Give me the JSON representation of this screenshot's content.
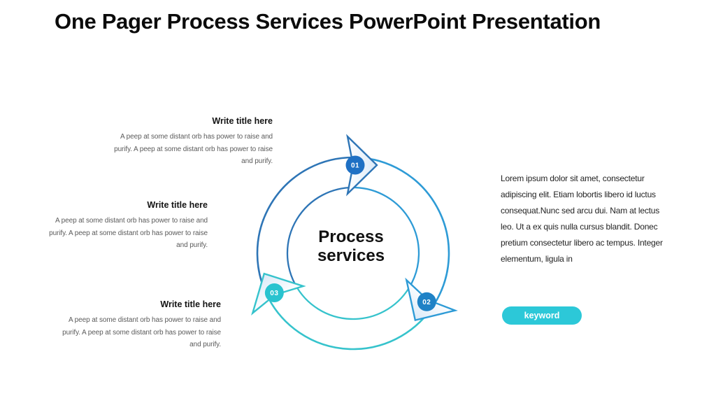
{
  "slide": {
    "title": "One Pager Process Services PowerPoint Presentation",
    "background_color": "#ffffff"
  },
  "steps": [
    {
      "title": "Write title here",
      "body": "A peep at some distant orb has power to raise and purify. A peep at some distant orb has power to raise and purify."
    },
    {
      "title": "Write title here",
      "body": "A peep at some distant orb has power to raise and purify. A peep at some distant orb has power to raise and purify."
    },
    {
      "title": "Write title here",
      "body": "A peep at some distant orb has power to raise and purify. A peep at some distant orb has power to raise and purify."
    }
  ],
  "diagram": {
    "center_label": {
      "line1": "Process",
      "line2": "services"
    },
    "arrow_fill_tint": "#d9e8f7",
    "steps": [
      {
        "label": "01",
        "angle": -90,
        "badge_color": "#1e70c4",
        "arc_color": "#2e75b6"
      },
      {
        "label": "02",
        "angle": 32,
        "badge_color": "#1f82c6",
        "arc_color": "#2e9bd6"
      },
      {
        "label": "03",
        "angle": 152,
        "badge_color": "#29c3cf",
        "arc_color": "#36c3cc"
      }
    ]
  },
  "right_panel": {
    "paragraph": "Lorem ipsum dolor sit amet, consectetur adipiscing elit. Etiam lobortis libero id luctus consequat.Nunc sed arcu dui. Nam at lectus leo. Ut a ex quis nulla cursus blandit. Donec pretium consectetur libero ac tempus. Integer elementum, ligula in",
    "keyword": {
      "label": "keyword",
      "color": "#2cc8d8"
    }
  }
}
